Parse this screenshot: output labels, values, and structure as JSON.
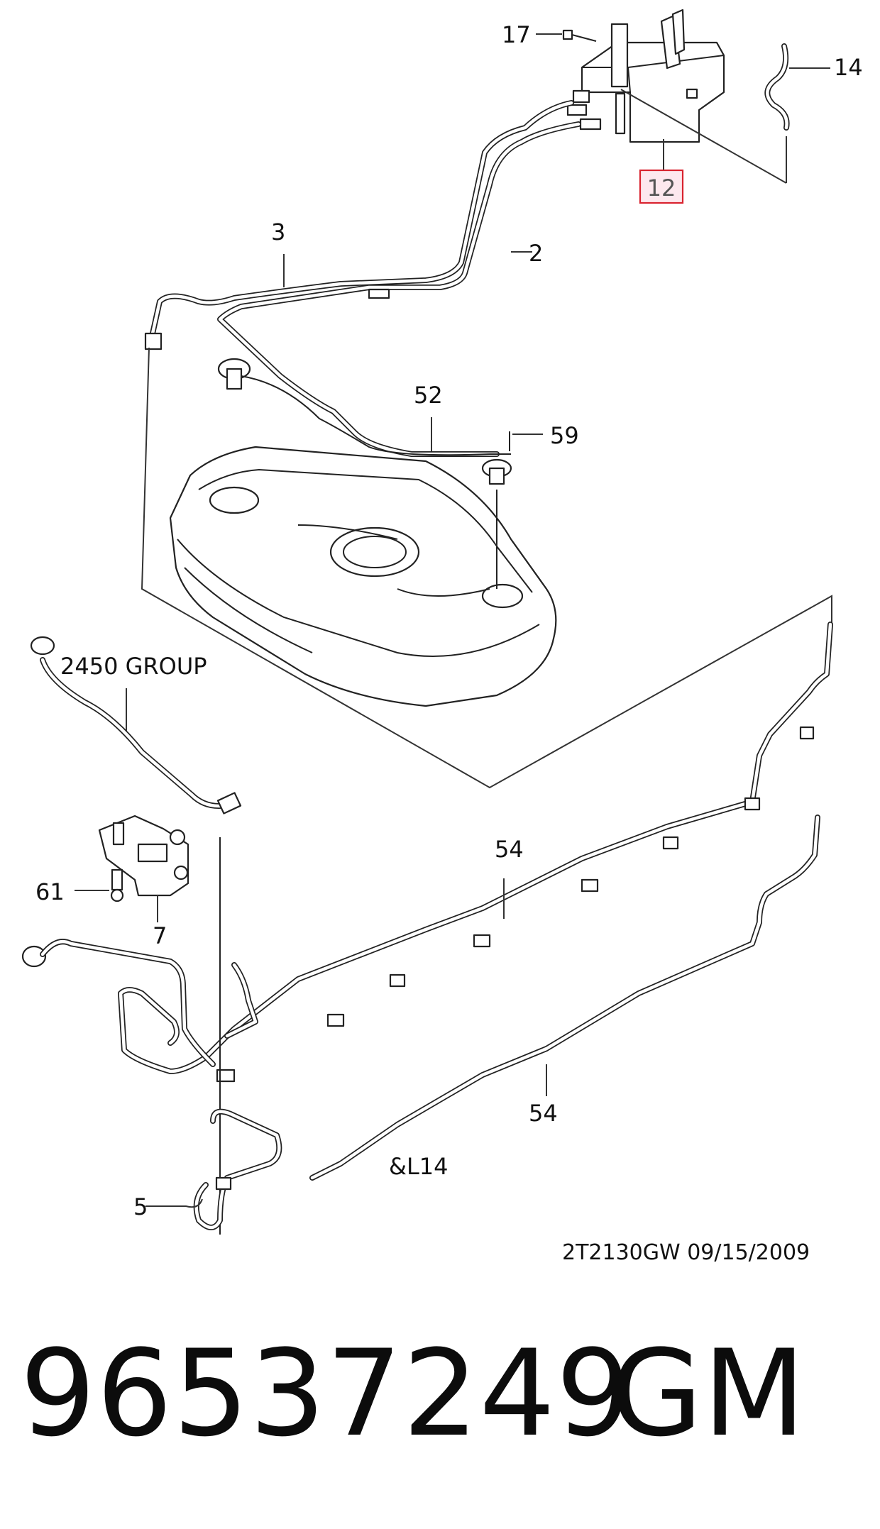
{
  "diagram": {
    "callouts": {
      "c17": "17",
      "c14": "14",
      "c12": "12",
      "c3": "3",
      "c2": "2",
      "c52": "52",
      "c59": "59",
      "c2450": "2450 GROUP",
      "c54a": "54",
      "c61": "61",
      "c7": "7",
      "c54b": "54",
      "cL14": "&L14",
      "c5": "5"
    },
    "highlighted_callout": "12",
    "highlight_color": "#d9232f",
    "drawing_id": "2T2130GW 09/15/2009"
  },
  "footer": {
    "part_number": "96537249",
    "brand": "GM"
  }
}
